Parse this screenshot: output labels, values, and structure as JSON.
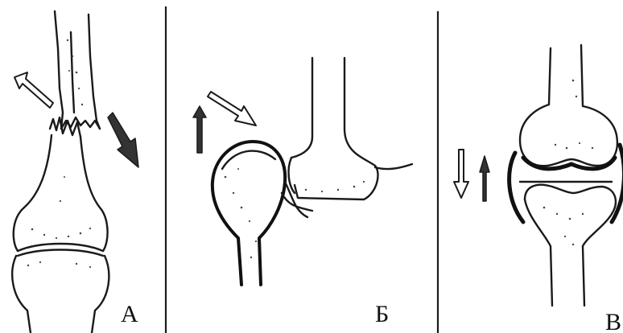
{
  "panels": [
    {
      "id": "A",
      "label": "А"
    },
    {
      "id": "B",
      "label": "Б"
    },
    {
      "id": "V",
      "label": "В"
    }
  ]
}
